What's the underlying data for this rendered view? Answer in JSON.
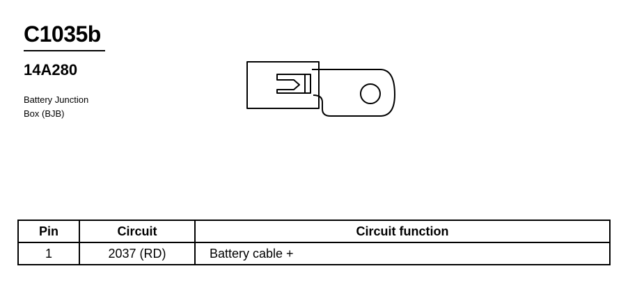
{
  "connector": {
    "code": "C1035b",
    "part_number": "14A280",
    "description": [
      "Battery Junction",
      "Box (BJB)"
    ]
  },
  "icons": {
    "connector_image": "battery-cable-terminal-connector-icon"
  },
  "table": {
    "headers": {
      "pin": "Pin",
      "circuit": "Circuit",
      "function": "Circuit function"
    },
    "rows": [
      {
        "pin": "1",
        "circuit": "2037 (RD)",
        "function": "Battery cable +"
      }
    ]
  }
}
